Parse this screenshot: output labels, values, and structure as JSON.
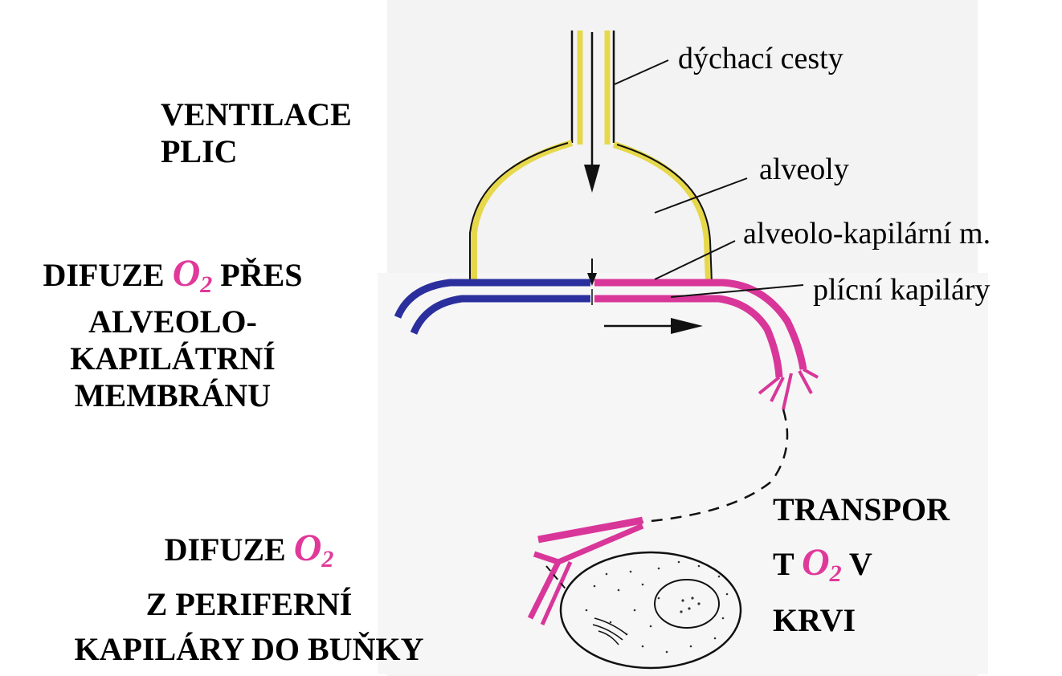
{
  "colors": {
    "airway": "#e6d84a",
    "venous": "#2b2f9e",
    "arterial": "#d9369a",
    "o2_text": "#e0399a",
    "outline": "#111111"
  },
  "labels": {
    "airways": "dýchací cesty",
    "alveoli": "alveoly",
    "membrane": "alveolo-kapilární m.",
    "capillaries": "plícní kapiláry"
  },
  "headings": {
    "ventilation_1": "VENTILACE",
    "ventilation_2": "PLIC",
    "diffusion_prefix": "DIFUZE",
    "o2_symbol": "O",
    "o2_sub": "2",
    "diffusion_suffix": "PŘES",
    "diffusion_2": "ALVEOLO-",
    "diffusion_3": "KAPILÁTRNÍ",
    "diffusion_4": "MEMBRÁNU",
    "transport_1": "TRANSPOR",
    "transport_2_prefix": "T",
    "transport_2_suffix": "V",
    "transport_3": "KRVI",
    "cell_1_prefix": "DIFUZE",
    "cell_2": "Z PERIFERNÍ",
    "cell_3": "KAPILÁRY DO BUŇKY"
  }
}
